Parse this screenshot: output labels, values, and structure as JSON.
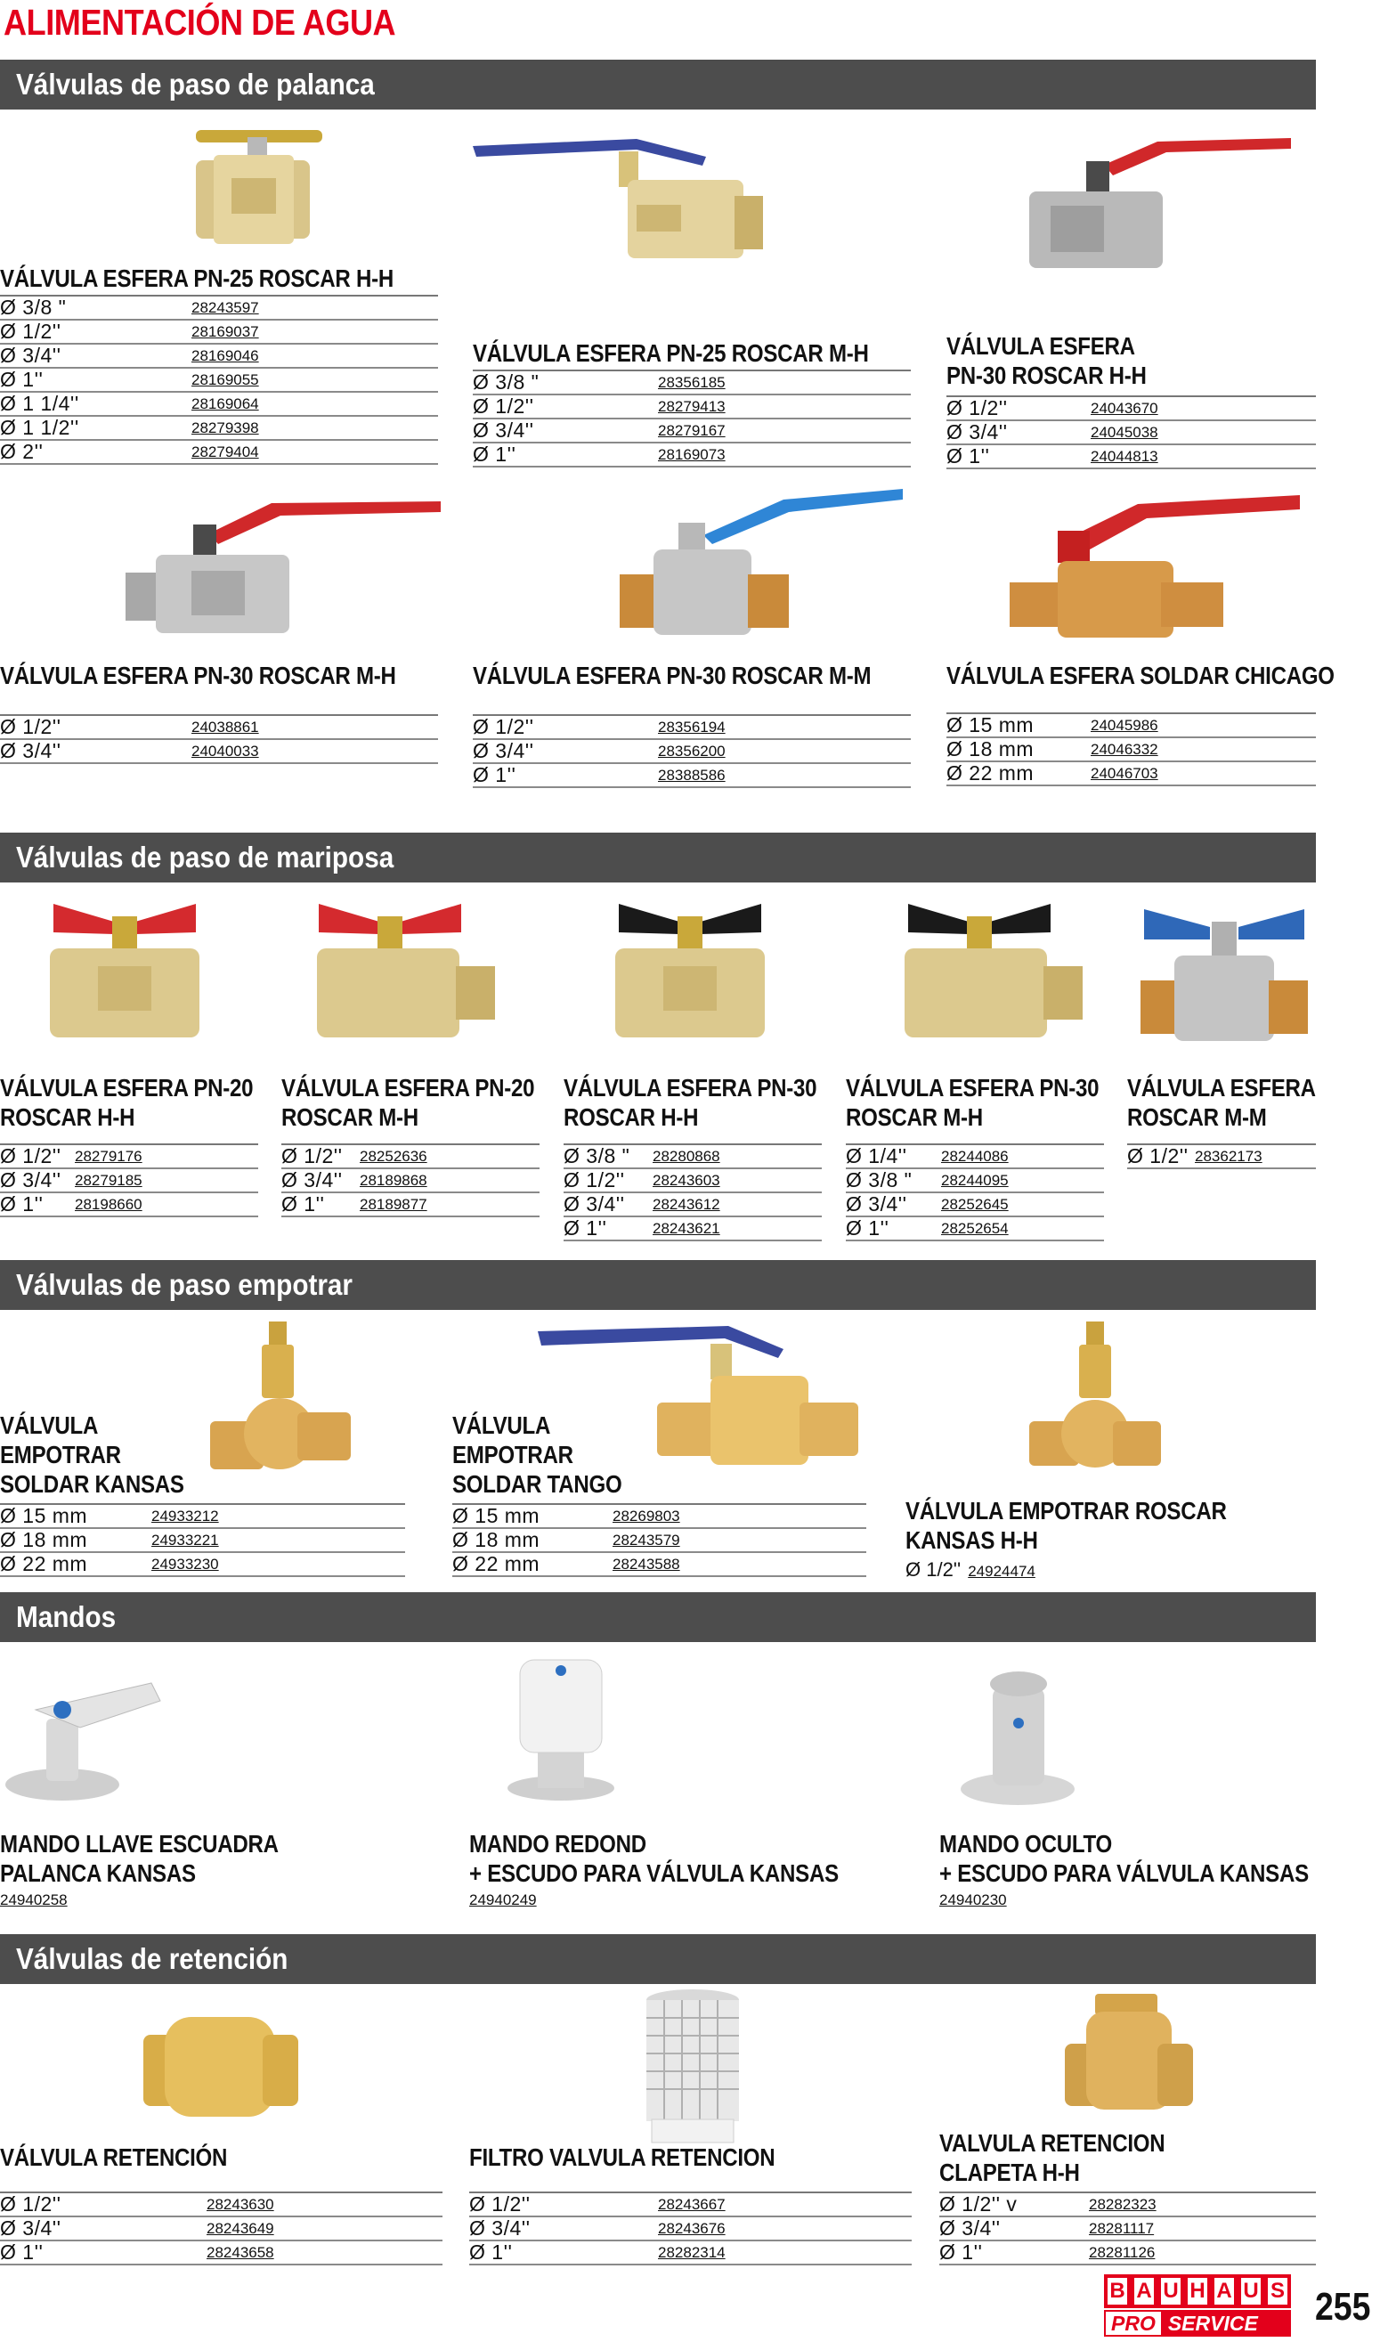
{
  "page": {
    "title": "ALIMENTACIÓN DE AGUA",
    "page_number": "255"
  },
  "logo": {
    "letters": [
      "B",
      "A",
      "U",
      "H",
      "A",
      "U",
      "S"
    ],
    "pro": "PRO",
    "service": "SERVICE"
  },
  "sections": {
    "palanca": "Válvulas de paso de palanca",
    "mariposa": "Válvulas de paso de mariposa",
    "empotrar": "Válvulas de paso empotrar",
    "mandos": "Mandos",
    "retencion": "Válvulas de retención"
  },
  "products": {
    "p1": {
      "title": "VÁLVULA ESFERA PN-25 ROSCAR H-H",
      "rows": [
        [
          "Ø 3/8 \"",
          "28243597"
        ],
        [
          "Ø 1/2''",
          "28169037"
        ],
        [
          "Ø 3/4''",
          "28169046"
        ],
        [
          "Ø 1''",
          "28169055"
        ],
        [
          "Ø 1 1/4''",
          "28169064"
        ],
        [
          "Ø 1 1/2''",
          "28279398"
        ],
        [
          "Ø 2''",
          "28279404"
        ]
      ]
    },
    "p2": {
      "title": "VÁLVULA ESFERA PN-25 ROSCAR M-H",
      "rows": [
        [
          "Ø 3/8 \"",
          "28356185"
        ],
        [
          "Ø 1/2''",
          "28279413"
        ],
        [
          "Ø 3/4''",
          "28279167"
        ],
        [
          "Ø 1''",
          "28169073"
        ]
      ]
    },
    "p3": {
      "title1": "VÁLVULA ESFERA",
      "title2": "PN-30 ROSCAR H-H",
      "rows": [
        [
          "Ø 1/2''",
          "24043670"
        ],
        [
          "Ø 3/4''",
          "24045038"
        ],
        [
          "Ø 1''",
          "24044813"
        ]
      ]
    },
    "p4": {
      "title": "VÁLVULA ESFERA PN-30 ROSCAR M-H",
      "rows": [
        [
          "Ø 1/2''",
          "24038861"
        ],
        [
          "Ø 3/4''",
          "24040033"
        ]
      ]
    },
    "p5": {
      "title": "VÁLVULA ESFERA PN-30 ROSCAR M-M",
      "rows": [
        [
          "Ø 1/2''",
          "28356194"
        ],
        [
          "Ø 3/4''",
          "28356200"
        ],
        [
          "Ø 1''",
          "28388586"
        ]
      ]
    },
    "p6": {
      "title": "VÁLVULA ESFERA SOLDAR CHICAGO",
      "rows": [
        [
          "Ø 15 mm",
          "24045986"
        ],
        [
          "Ø 18 mm",
          "24046332"
        ],
        [
          "Ø 22 mm",
          "24046703"
        ]
      ]
    },
    "m1": {
      "title1": "VÁLVULA ESFERA PN-20",
      "title2": "ROSCAR H-H",
      "rows": [
        [
          "Ø 1/2''",
          "28279176"
        ],
        [
          "Ø 3/4''",
          "28279185"
        ],
        [
          "Ø 1''",
          "28198660"
        ]
      ]
    },
    "m2": {
      "title1": "VÁLVULA ESFERA PN-20",
      "title2": "ROSCAR M-H",
      "rows": [
        [
          "Ø 1/2''",
          "28252636"
        ],
        [
          "Ø 3/4''",
          "28189868"
        ],
        [
          "Ø 1''",
          "28189877"
        ]
      ]
    },
    "m3": {
      "title1": "VÁLVULA ESFERA PN-30",
      "title2": "ROSCAR H-H",
      "rows": [
        [
          "Ø 3/8 \"",
          "28280868"
        ],
        [
          "Ø 1/2''",
          "28243603"
        ],
        [
          "Ø 3/4''",
          "28243612"
        ],
        [
          "Ø 1''",
          "28243621"
        ]
      ]
    },
    "m4": {
      "title1": "VÁLVULA ESFERA PN-30",
      "title2": "ROSCAR M-H",
      "rows": [
        [
          "Ø 1/4''",
          "28244086"
        ],
        [
          "Ø 3/8 \"",
          "28244095"
        ],
        [
          "Ø 3/4''",
          "28252645"
        ],
        [
          "Ø 1''",
          "28252654"
        ]
      ]
    },
    "m5": {
      "title1": "VÁLVULA ESFERA",
      "title2": "ROSCAR M-M",
      "rows": [
        [
          "Ø 1/2''",
          "28362173"
        ]
      ]
    },
    "e1": {
      "title1": "VÁLVULA",
      "title2": "EMPOTRAR",
      "title3": "SOLDAR KANSAS",
      "rows": [
        [
          "Ø 15 mm",
          "24933212"
        ],
        [
          "Ø 18 mm",
          "24933221"
        ],
        [
          "Ø 22 mm",
          "24933230"
        ]
      ]
    },
    "e2": {
      "title1": "VÁLVULA",
      "title2": "EMPOTRAR",
      "title3": "SOLDAR TANGO",
      "rows": [
        [
          "Ø 15 mm",
          "28269803"
        ],
        [
          "Ø 18 mm",
          "28243579"
        ],
        [
          "Ø 22 mm",
          "28243588"
        ]
      ]
    },
    "e3": {
      "title1": "VÁLVULA EMPOTRAR ROSCAR",
      "title2": "KANSAS H-H",
      "dim": "Ø 1/2''",
      "code": "24924474"
    },
    "d1": {
      "title1": "MANDO LLAVE ESCUADRA",
      "title2": "PALANCA KANSAS",
      "code": "24940258"
    },
    "d2": {
      "title1": "MANDO REDOND",
      "title2": "+ ESCUDO PARA VÁLVULA KANSAS",
      "code": "24940249"
    },
    "d3": {
      "title1": "MANDO OCULTO",
      "title2": "+ ESCUDO PARA VÁLVULA KANSAS",
      "code": "24940230"
    },
    "r1": {
      "title": "VÁLVULA RETENCIÓN",
      "rows": [
        [
          "Ø 1/2''",
          "28243630"
        ],
        [
          "Ø 3/4''",
          "28243649"
        ],
        [
          "Ø 1''",
          "28243658"
        ]
      ]
    },
    "r2": {
      "title": "FILTRO VALVULA RETENCION",
      "rows": [
        [
          "Ø 1/2''",
          "28243667"
        ],
        [
          "Ø 3/4''",
          "28243676"
        ],
        [
          "Ø 1''",
          "28282314"
        ]
      ]
    },
    "r3": {
      "title1": "VALVULA RETENCION",
      "title2": "CLAPETA  H-H",
      "rows": [
        [
          "Ø 1/2'' v",
          "28282323"
        ],
        [
          "Ø 3/4''",
          "28281117"
        ],
        [
          "Ø 1''",
          "28281126"
        ]
      ]
    }
  }
}
